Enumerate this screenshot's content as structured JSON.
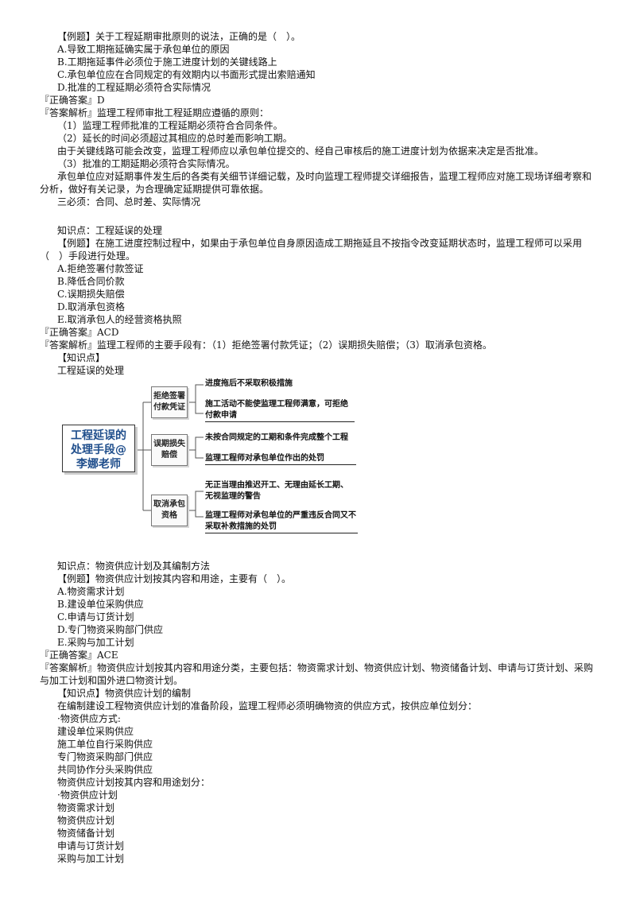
{
  "lines": [
    "【例题】关于工程延期审批原则的说法，正确的是（　）。",
    "A.导致工期拖延确实属于承包单位的原因",
    "B.工期拖延事件必须位于施工进度计划的关键线路上",
    "C.承包单位应在合同规定的有效期内以书面形式提出索赔通知",
    "D.批准的工程延期必须符合实际情况",
    "『正确答案』D",
    "『答案解析』监理工程师审批工程延期应遵循的原则：",
    "（1）监理工程师批准的工程延期必须符合合同条件。",
    "（2）延长的时间必须超过其相应的总时差而影响工期。",
    "由于关键线路可能会改变，监理工程师应以承包单位提交的、经自己审核后的施工进度计划为依据来决定是否批准。",
    "（3）批准的工期延期必须符合实际情况。",
    "承包单位应对延期事件发生后的各类有关细节详细记载，及时向监理工程师提交详细报告，监理工程师应对施工现场详细考察和分析，做好有关记录，为合理确定延期提供可靠依据。",
    "三必须：合同、总时差、实际情况",
    "知识点：工程延误的处理",
    "【例题】在施工进度控制过程中，如果由于承包单位自身原因造成工期拖延且不按指令改变延期状态时，监理工程师可以采用（　）手段进行处理。",
    "A.拒绝签署付款签证",
    "B.降低合同价款",
    "C.误期损失赔偿",
    "D.取消承包资格",
    "E.取消承包人的经营资格执照",
    "『正确答案』ACD",
    "『答案解析』监理工程师的主要手段有：（1）拒绝签署付款凭证；（2）误期损失赔偿；（3）取消承包资格。",
    "【知识点】",
    "工程延误的处理",
    "知识点：物资供应计划及其编制方法",
    "【例题】物资供应计划按其内容和用途，主要有（　）。",
    "A.物资需求计划",
    "B.建设单位采购供应",
    "C.申请与订货计划",
    "D.专门物资采购部门供应",
    "E.采购与加工计划",
    "『正确答案』ACE",
    "『答案解析』物资供应计划按其内容和用途分类，主要包括：物资需求计划、物资供应计划、物资储备计划、申请与订货计划、采购与加工计划和国外进口物资计划。",
    "【知识点】物资供应计划的编制",
    "在编制建设工程物资供应计划的准备阶段，监理工程师必须明确物资的供应方式，按供应单位划分：",
    "·物资供应方式:",
    "建设单位采购供应",
    "施工单位自行采购供应",
    "专门物资采购部门供应",
    "共同协作分头采购供应",
    "物资供应计划按其内容和用途划分：",
    "·物资供应计划",
    "物资需求计划",
    "物资供应计划",
    "物资储备计划",
    "申请与订货计划",
    "采购与加工计划"
  ],
  "diagram": {
    "root": "工程延误的处理手段@李娜老师",
    "branches": [
      {
        "label": "拒绝签署付款凭证",
        "items": [
          "进度拖后不采取积极措施",
          "施工活动不能使监理工程师满意，可拒绝付款申请"
        ]
      },
      {
        "label": "误期损失赔偿",
        "items": [
          "未按合同规定的工期和条件完成整个工程",
          "监理工程师对承包单位作出的处罚"
        ]
      },
      {
        "label": "取消承包资格",
        "items": [
          "无正当理由推迟开工、无理由延长工期、无视监理的警告",
          "监理工程师对承包单位的严重违反合同又不采取补救措施的处罚"
        ]
      }
    ],
    "colors": {
      "root_text": "#1f4e8c",
      "line": "#555555"
    }
  }
}
